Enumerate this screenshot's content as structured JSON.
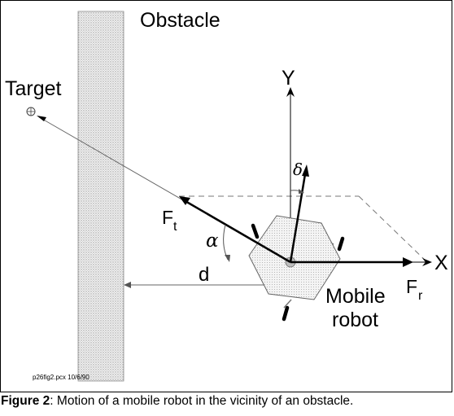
{
  "labels": {
    "obstacle": "Obstacle",
    "target": "Target",
    "y_axis": "Y",
    "x_axis": "X",
    "f_t_main": "F",
    "f_t_sub": "t",
    "f_r_main": "F",
    "f_r_sub": "r",
    "alpha": "α",
    "delta": "δ",
    "d": "d",
    "mobile": "Mobile",
    "robot": "robot",
    "file_tag": "p26fig2.pcx 10/6/90"
  },
  "caption": {
    "figure_label": "Figure 2",
    "text": ": Motion of a mobile robot in the vicinity of an obstacle."
  }
}
